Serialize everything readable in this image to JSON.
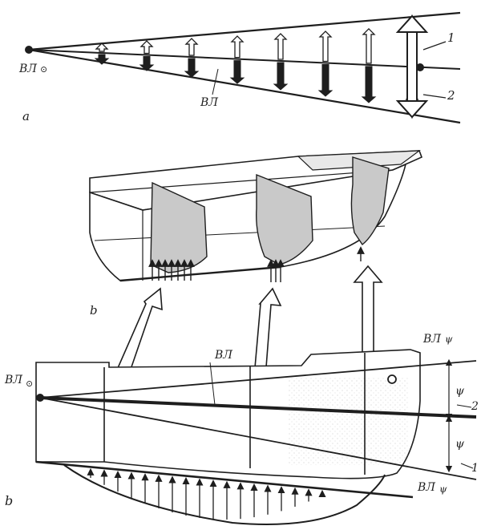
{
  "colors": {
    "ink": "#1e1e1e",
    "paper": "#ffffff",
    "bulkhead_fill": "#c9c9c9",
    "hull_fill": "#f2f2f2",
    "bottom_stipple": "#9a9a9a"
  },
  "figure_a": {
    "part_label": "a",
    "origin_label": "ВЛ",
    "origin_symbol": "⊙",
    "waterline_label": "ВЛ",
    "callout_1": "1",
    "callout_2": "2"
  },
  "figure_b": {
    "part_label": "b"
  },
  "figure_c": {
    "part_label": "b",
    "origin_label": "ВЛ",
    "origin_symbol": "⊙",
    "waterline_label": "ВЛ",
    "waterline_upper_label": "ВЛ",
    "waterline_lower_label": "ВЛ",
    "psi_symbol": "ψ",
    "angle_symbol": "ψ",
    "callout_1": "1",
    "callout_2": "2"
  }
}
